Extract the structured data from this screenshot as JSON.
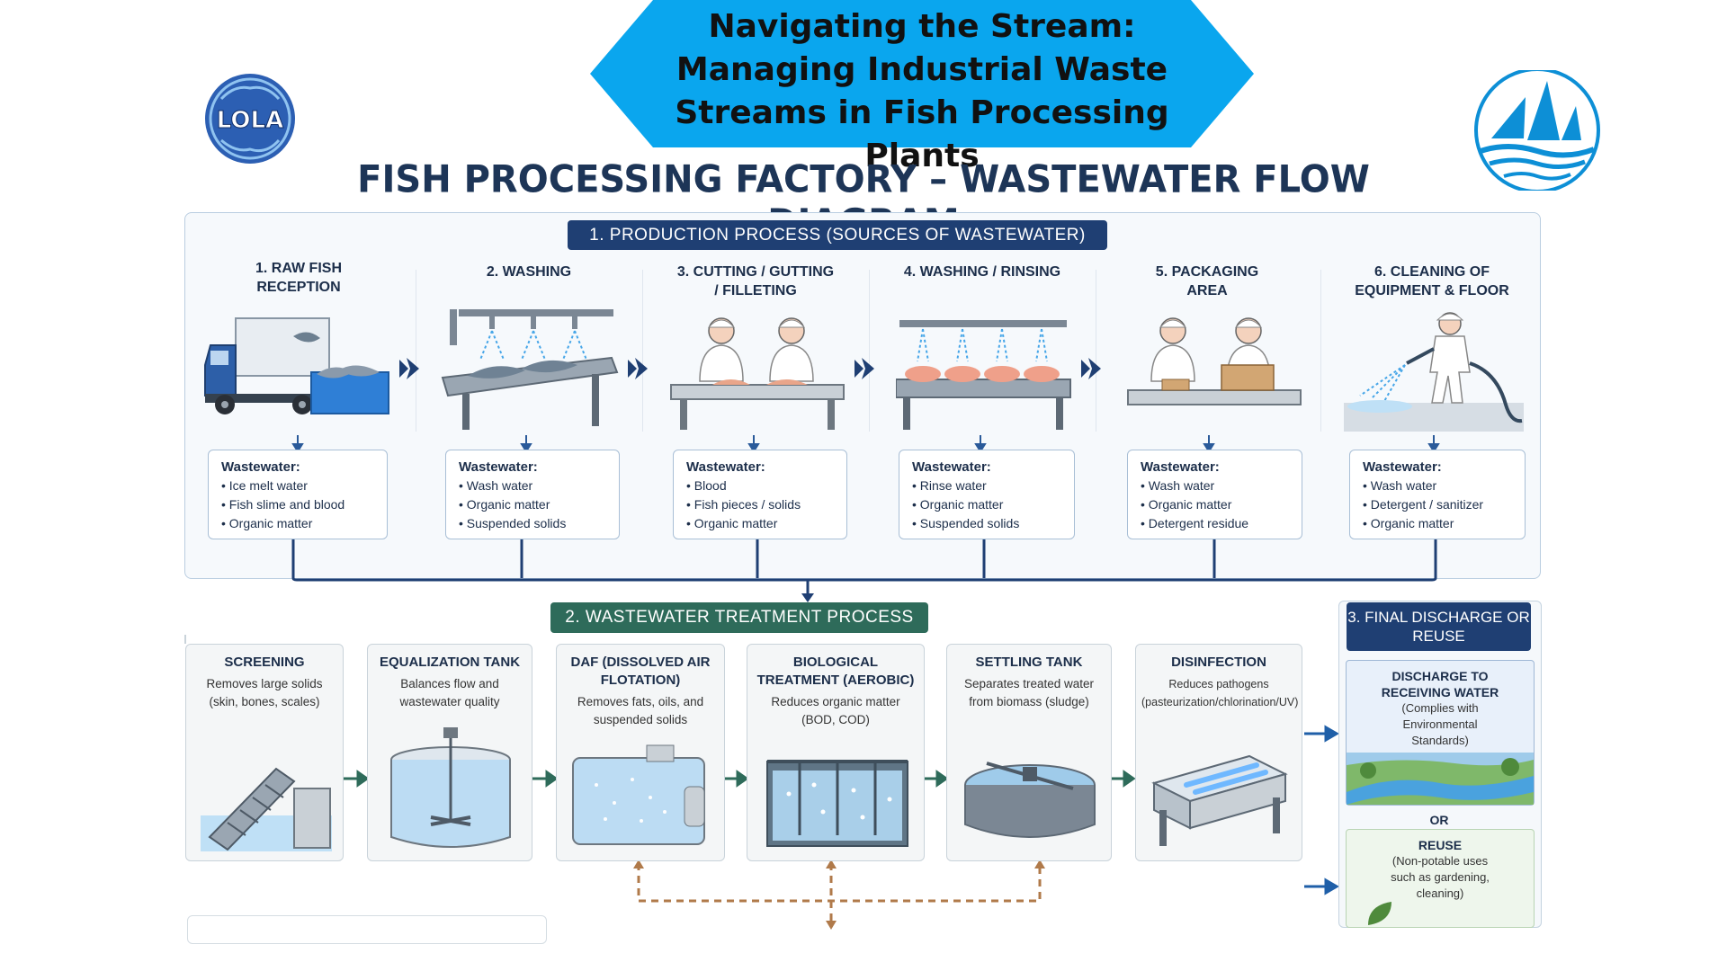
{
  "header": {
    "banner_title": "Navigating the Stream: Managing Industrial Waste Streams in Fish Processing Plants",
    "banner_color": "#0aa6ee",
    "logo_left_text": "LOLA",
    "logo_left_icon": "lola-logo-icon",
    "logo_right_icon": "sailboat-logo-icon"
  },
  "diagram_title": "FISH PROCESSING FACTORY – WASTEWATER FLOW DIAGRAM",
  "production": {
    "heading": "1. PRODUCTION PROCESS (SOURCES OF WASTEWATER)",
    "wastewater_label": "Wastewater:",
    "steps": [
      {
        "title": "1. RAW FISH RECEPTION",
        "items": [
          "Ice melt water",
          "Fish slime and blood",
          "Organic matter"
        ]
      },
      {
        "title": "2. WASHING",
        "items": [
          "Wash water",
          "Organic matter",
          "Suspended solids"
        ]
      },
      {
        "title": "3. CUTTING / GUTTING / FILLETING",
        "items": [
          "Blood",
          "Fish pieces / solids",
          "Organic matter"
        ]
      },
      {
        "title": "4. WASHING / RINSING",
        "items": [
          "Rinse water",
          "Organic matter",
          "Suspended solids"
        ]
      },
      {
        "title": "5. PACKAGING AREA",
        "items": [
          "Wash water",
          "Organic matter",
          "Detergent residue"
        ]
      },
      {
        "title": "6. CLEANING OF EQUIPMENT & FLOOR",
        "items": [
          "Wash water",
          "Detergent / sanitizer",
          "Organic matter"
        ]
      }
    ]
  },
  "treatment": {
    "heading": "2. WASTEWATER TREATMENT PROCESS",
    "steps": [
      {
        "title": "SCREENING",
        "desc": "Removes large solids (skin, bones, scales)"
      },
      {
        "title": "EQUALIZATION TANK",
        "desc": "Balances flow and wastewater quality"
      },
      {
        "title": "DAF (DISSOLVED AIR FLOTATION)",
        "desc": "Removes fats, oils, and suspended solids"
      },
      {
        "title": "BIOLOGICAL TREATMENT (AEROBIC)",
        "desc": "Reduces organic matter (BOD, COD)"
      },
      {
        "title": "SETTLING TANK",
        "desc": "Separates treated water from biomass (sludge)"
      },
      {
        "title": "DISINFECTION",
        "desc": "Reduces pathogens (pasteurization/chlorination/UV)"
      }
    ]
  },
  "final": {
    "heading": "3. FINAL DISCHARGE OR REUSE",
    "discharge_title": "DISCHARGE TO RECEIVING WATER",
    "discharge_desc": "(Complies with Environmental Standards)",
    "or_label": "OR",
    "reuse_title": "REUSE",
    "reuse_desc": "(Non-potable uses such as gardening, cleaning)"
  },
  "colors": {
    "navy": "#1f3f73",
    "teal": "#2e6b5a",
    "sludge_dash": "#b07a4a"
  }
}
